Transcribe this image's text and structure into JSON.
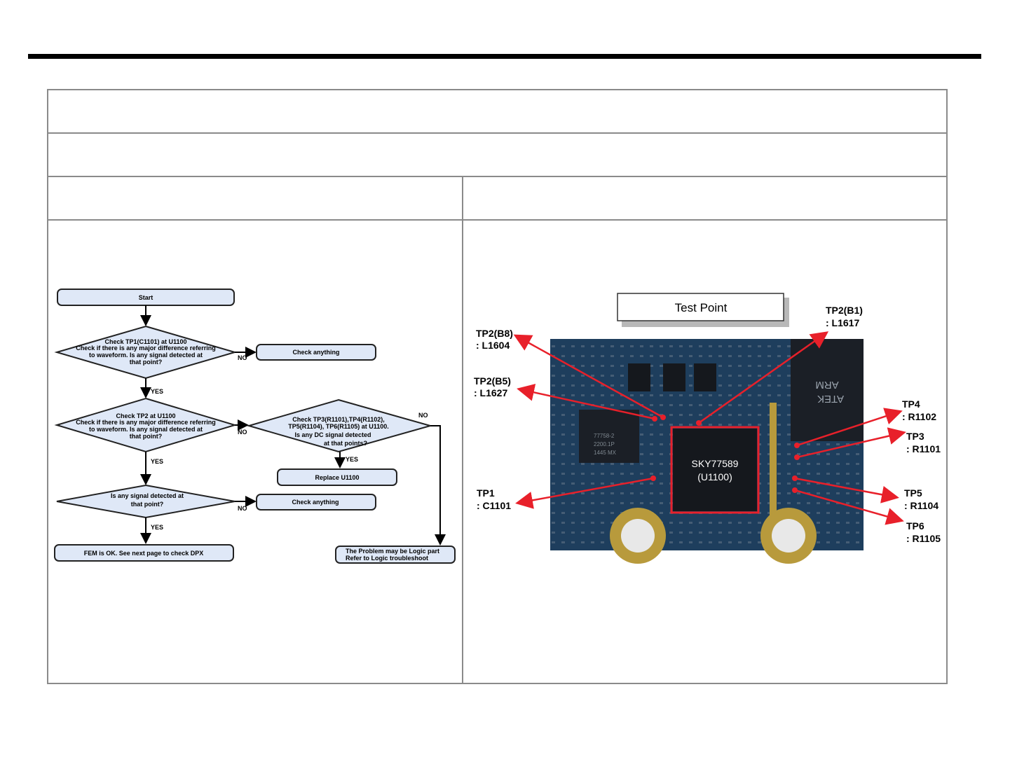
{
  "flowchart": {
    "start": "Start",
    "decision1": [
      "Check TP1(C1101)  at  U1100",
      "Check if there is any major difference referring",
      "to waveform.    Is any signal detected at",
      "that point?"
    ],
    "check_anything_1": "Check anything",
    "decision2": [
      "Check TP2 at  U1100",
      "Check if there is any major difference referring",
      "to waveform.    Is any signal detected at",
      "that point?"
    ],
    "decision3": [
      "Check  TP3(R1101),TP4(R1102),",
      "TP5(R1104),  TP6(R1105)  at U1100.",
      "Is any DC signal detected",
      "at that points?"
    ],
    "replace": "Replace U1100",
    "decision4": [
      "Is any signal detected at",
      "that point?"
    ],
    "check_anything_2": "Check anything",
    "fem_ok": "FEM is OK. See next page to check  DPX",
    "logic": [
      "The Problem may be Logic part",
      "Refer to Logic troubleshoot"
    ],
    "yes": "YES",
    "no": "NO"
  },
  "testpoints": {
    "title": "Test Point",
    "chip": [
      "SKY77589",
      "(U1100)"
    ],
    "labels": [
      {
        "name": "TP2(B8)",
        "ref": ": L1604"
      },
      {
        "name": "TP2(B5)",
        "ref": ": L1627"
      },
      {
        "name": "TP1",
        "ref": ": C1101"
      },
      {
        "name": "TP2(B1)",
        "ref": ": L1617"
      },
      {
        "name": "TP4",
        "ref": ": R1102"
      },
      {
        "name": "TP3",
        "ref": ": R1101"
      },
      {
        "name": "TP5",
        "ref": ": R1104"
      },
      {
        "name": "TP6",
        "ref": ": R1105"
      }
    ],
    "component_marks": [
      "77758-2",
      "2200.1P",
      "1445 MX",
      "ARM",
      "ATEK"
    ]
  },
  "colors": {
    "arrow": "#e8202a",
    "box_fill": "#dfe8f7",
    "board": "#1e3e5c"
  }
}
